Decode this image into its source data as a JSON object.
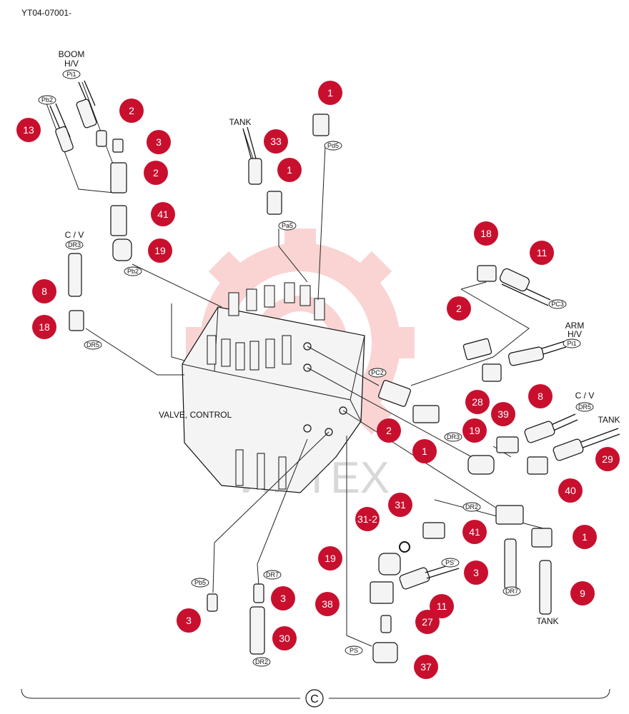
{
  "header": {
    "doc_code": "YT04-07001-"
  },
  "labels": {
    "boom_hv_1": "BOOM",
    "boom_hv_2": "H/V",
    "tank_top": "TANK",
    "cv_left": "C / V",
    "valve_control": "VALVE, CONTROL",
    "arm_hv_1": "ARM",
    "arm_hv_2": "H/V",
    "cv_right": "C / V",
    "tank_right": "TANK",
    "tank_bottom": "TANK"
  },
  "port_codes": {
    "pi1_top": "Pi1",
    "pb2_top": "Pb2",
    "pd5": "Pd5",
    "pa5": "Pa5",
    "dr3_left": "DR3",
    "pb2_mid": "Pb2",
    "dr5_left": "DR5",
    "pc3": "PC3",
    "pi1_right": "Pi1",
    "pc2": "PC2",
    "dr5_right": "DR5",
    "dr3_mid": "DR3",
    "dr2_right": "DR2",
    "dr7_right": "DR7",
    "ps_prime": "PS'",
    "pb5": "Pb5",
    "dr7_mid": "DR7",
    "dr2_bottom": "DR2",
    "ps": "PS"
  },
  "callouts": [
    "1",
    "2",
    "3",
    "13",
    "2",
    "33",
    "1",
    "41",
    "19",
    "8",
    "18",
    "18",
    "11",
    "2",
    "28",
    "8",
    "39",
    "19",
    "2",
    "1",
    "29",
    "40",
    "31",
    "31-2",
    "41",
    "1",
    "19",
    "3",
    "9",
    "11",
    "38",
    "27",
    "3",
    "3",
    "30",
    "37"
  ],
  "footer": {
    "section_mark": "C"
  },
  "watermark": {
    "text": "ИНТЕХ",
    "color": "#e8403a"
  },
  "colors": {
    "callout": "#c8102e",
    "ink": "#111111"
  }
}
